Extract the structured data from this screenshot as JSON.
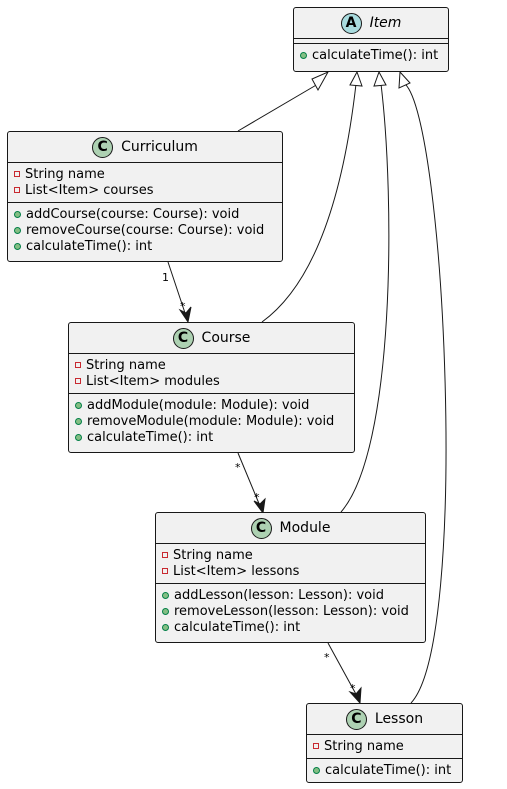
{
  "classes": {
    "item": {
      "badge": "A",
      "name": "Item",
      "fields": [],
      "methods": [
        "calculateTime(): int"
      ]
    },
    "curriculum": {
      "badge": "C",
      "name": "Curriculum",
      "fields": [
        "String name",
        "List<Item> courses"
      ],
      "methods": [
        "addCourse(course: Course): void",
        "removeCourse(course: Course): void",
        "calculateTime(): int"
      ]
    },
    "course": {
      "badge": "C",
      "name": "Course",
      "fields": [
        "String name",
        "List<Item> modules"
      ],
      "methods": [
        "addModule(module: Module): void",
        "removeModule(module: Module): void",
        "calculateTime(): int"
      ]
    },
    "module": {
      "badge": "C",
      "name": "Module",
      "fields": [
        "String name",
        "List<Item> lessons"
      ],
      "methods": [
        "addLesson(lesson: Lesson): void",
        "removeLesson(lesson: Lesson): void",
        "calculateTime(): int"
      ]
    },
    "lesson": {
      "badge": "C",
      "name": "Lesson",
      "fields": [
        "String name"
      ],
      "methods": [
        "calculateTime(): int"
      ]
    }
  },
  "multiplicities": {
    "curriculum_source": "1",
    "course_target": "*",
    "course_source": "*",
    "module_target": "*",
    "module_source": "*",
    "lesson_target": "*"
  },
  "colors": {
    "class_fill": "#f1f1f1",
    "class_badge": "#add1b2",
    "abstract_badge": "#a9dcdf",
    "private_marker": "#c82930",
    "public_marker": "#84be84",
    "line": "#181818"
  }
}
